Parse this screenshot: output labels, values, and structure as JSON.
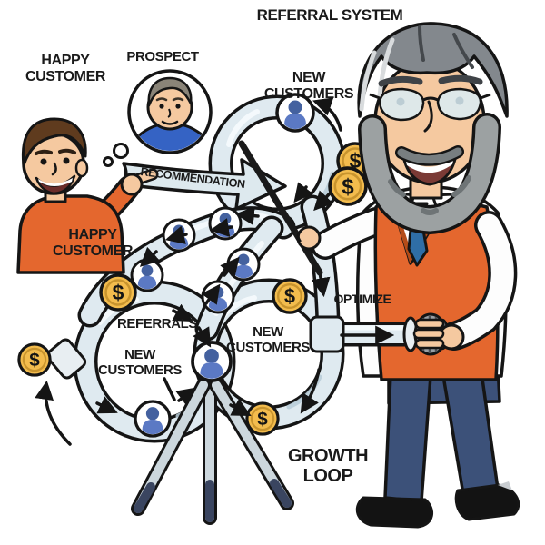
{
  "title": "REFERRAL SYSTEM",
  "labels": {
    "happy_customer_top": {
      "line1": "HAPPY",
      "line2": "CUSTOMER"
    },
    "prospect": "PROSPECT",
    "new_customers_top": {
      "line1": "NEW",
      "line2": "CUSTOMERS"
    },
    "recommendation": "RECOMMENDATION",
    "happy_customer_bottom": {
      "line1": "HAPPY",
      "line2": "CUSTOMER"
    },
    "referrals": "REFERRALS",
    "new_customers_left": {
      "line1": "NEW",
      "line2": "CUSTOMERS"
    },
    "new_customers_right": {
      "line1": "NEW",
      "line2": "CUSTOMERS"
    },
    "optimize": "OPTIMIZE",
    "growth_loop": {
      "line1": "GROWTH",
      "line2": "LOOP"
    }
  },
  "icons": {
    "coin_glyph": "$",
    "coin": "dollar-coin-icon",
    "person": "new-customer-icon",
    "pointer": "pointer-stick-icon",
    "thought_bubble": "thought-bubble-icon",
    "tripod": "tripod-stand-icon",
    "valve": "valve-handle-icon"
  },
  "colors": {
    "outline": "#151515",
    "tube_fill": "#DFEAF0",
    "tube_shade": "#B9CDD8",
    "coin_gold": "#F3BC4D",
    "person_blue": "#44619F",
    "accent_orange": "#E4672E",
    "tie_blue": "#2F6EA6",
    "pants_navy": "#3C5179",
    "skin": "#F5C9A0",
    "hair_brown": "#5F3B1E",
    "hair_gray": "#83888D"
  }
}
